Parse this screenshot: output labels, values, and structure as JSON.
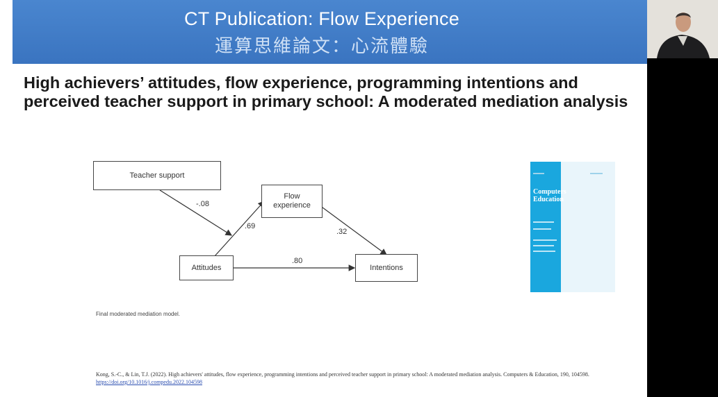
{
  "slide": {
    "banner_title": "CT Publication: Flow Experience",
    "banner_subtitle": "運算思維論文：心流體驗",
    "paper_title": "High achievers’ attitudes, flow experience, programming intentions and perceived teacher support in primary school: A moderated mediation analysis"
  },
  "diagram": {
    "boxes": {
      "teacher_support": "Teacher support",
      "flow_experience": "Flow experience",
      "attitudes": "Attitudes",
      "intentions": "Intentions"
    },
    "coefficients": {
      "teacher_to_path": "-.08",
      "attitudes_to_flow": ".69",
      "flow_to_intentions": ".32",
      "attitudes_to_intentions": ".80"
    },
    "caption": "Final moderated mediation model."
  },
  "journal_cover": {
    "title_line1": "Computers",
    "title_line2": "Education"
  },
  "reference": {
    "text": "Kong, S.-C., & Lin, T.J. (2022). High achievers' attitudes, flow experience, programming intentions and perceived teacher support in primary school: A moderated mediation analysis. Computers & Education, 190, 104598.",
    "link": "https://doi.org/10.1016/j.compedu.2022.104598"
  },
  "colors": {
    "banner": "#3a74c0",
    "cover_accent": "#1aa7de",
    "video_background": "#000000"
  }
}
